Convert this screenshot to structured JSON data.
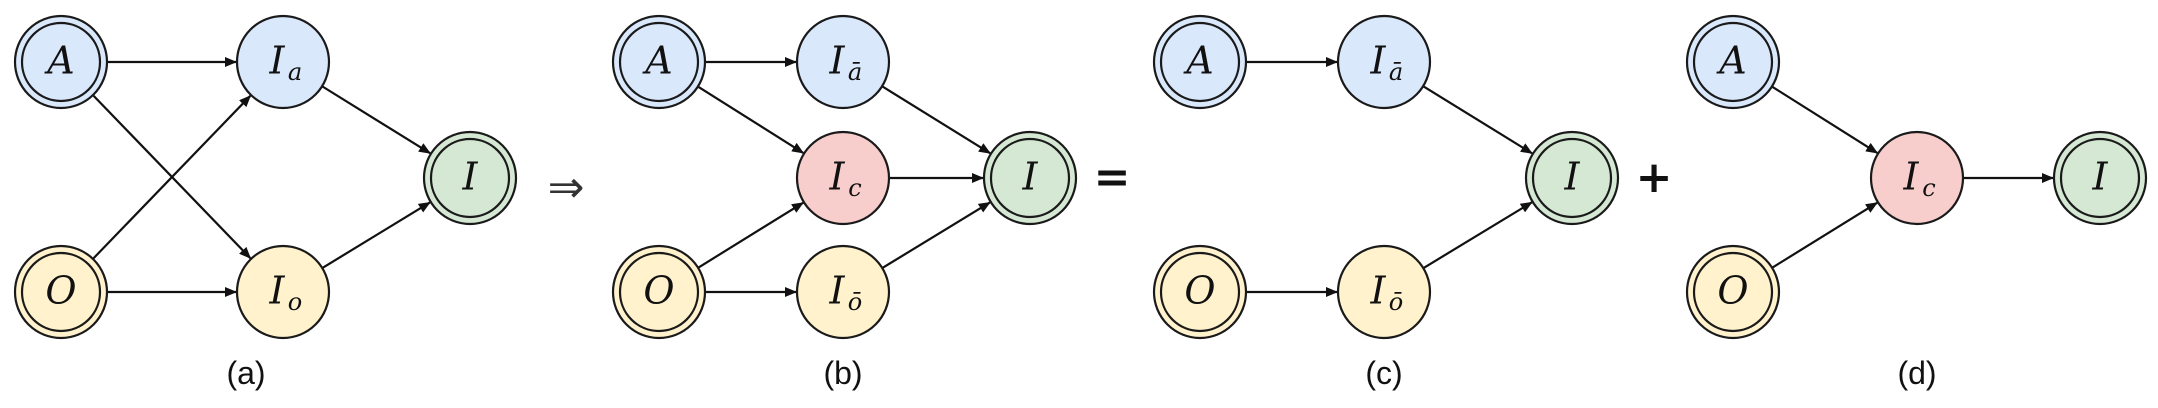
{
  "colors": {
    "blue": "#dae8fc",
    "yellow": "#fff2cc",
    "red": "#f8cecc",
    "green": "#d5e8d4",
    "stroke": "#1a1a1a"
  },
  "operators": {
    "implies": "⇒",
    "equals": "=",
    "plus": "+"
  },
  "panels": [
    {
      "label": "(a)",
      "nodes": [
        {
          "id": "A",
          "text": "A",
          "sub": "",
          "color": "blue",
          "double": true
        },
        {
          "id": "O",
          "text": "O",
          "sub": "",
          "color": "yellow",
          "double": true
        },
        {
          "id": "Ia",
          "text": "I",
          "sub": "a",
          "color": "blue",
          "double": false
        },
        {
          "id": "Io",
          "text": "I",
          "sub": "o",
          "color": "yellow",
          "double": false
        },
        {
          "id": "I",
          "text": "I",
          "sub": "",
          "color": "green",
          "double": true
        }
      ],
      "edges": [
        [
          "A",
          "Ia"
        ],
        [
          "A",
          "Io"
        ],
        [
          "O",
          "Ia"
        ],
        [
          "O",
          "Io"
        ],
        [
          "Ia",
          "I"
        ],
        [
          "Io",
          "I"
        ]
      ]
    },
    {
      "label": "(b)",
      "nodes": [
        {
          "id": "A",
          "text": "A",
          "sub": "",
          "color": "blue",
          "double": true
        },
        {
          "id": "O",
          "text": "O",
          "sub": "",
          "color": "yellow",
          "double": true
        },
        {
          "id": "Iabar",
          "text": "I",
          "sub": "ā",
          "color": "blue",
          "double": false
        },
        {
          "id": "Ic",
          "text": "I",
          "sub": "c",
          "color": "red",
          "double": false
        },
        {
          "id": "Iobar",
          "text": "I",
          "sub": "ō",
          "color": "yellow",
          "double": false
        },
        {
          "id": "I",
          "text": "I",
          "sub": "",
          "color": "green",
          "double": true
        }
      ],
      "edges": [
        [
          "A",
          "Iabar"
        ],
        [
          "A",
          "Ic"
        ],
        [
          "O",
          "Ic"
        ],
        [
          "O",
          "Iobar"
        ],
        [
          "Iabar",
          "I"
        ],
        [
          "Ic",
          "I"
        ],
        [
          "Iobar",
          "I"
        ]
      ]
    },
    {
      "label": "(c)",
      "nodes": [
        {
          "id": "A",
          "text": "A",
          "sub": "",
          "color": "blue",
          "double": true
        },
        {
          "id": "O",
          "text": "O",
          "sub": "",
          "color": "yellow",
          "double": true
        },
        {
          "id": "Iabar",
          "text": "I",
          "sub": "ā",
          "color": "blue",
          "double": false
        },
        {
          "id": "Iobar",
          "text": "I",
          "sub": "ō",
          "color": "yellow",
          "double": false
        },
        {
          "id": "I",
          "text": "I",
          "sub": "",
          "color": "green",
          "double": true
        }
      ],
      "edges": [
        [
          "A",
          "Iabar"
        ],
        [
          "O",
          "Iobar"
        ],
        [
          "Iabar",
          "I"
        ],
        [
          "Iobar",
          "I"
        ]
      ]
    },
    {
      "label": "(d)",
      "nodes": [
        {
          "id": "A",
          "text": "A",
          "sub": "",
          "color": "blue",
          "double": true
        },
        {
          "id": "O",
          "text": "O",
          "sub": "",
          "color": "yellow",
          "double": true
        },
        {
          "id": "Ic",
          "text": "I",
          "sub": "c",
          "color": "red",
          "double": false
        },
        {
          "id": "I",
          "text": "I",
          "sub": "",
          "color": "green",
          "double": true
        }
      ],
      "edges": [
        [
          "A",
          "Ic"
        ],
        [
          "O",
          "Ic"
        ],
        [
          "Ic",
          "I"
        ]
      ]
    }
  ]
}
